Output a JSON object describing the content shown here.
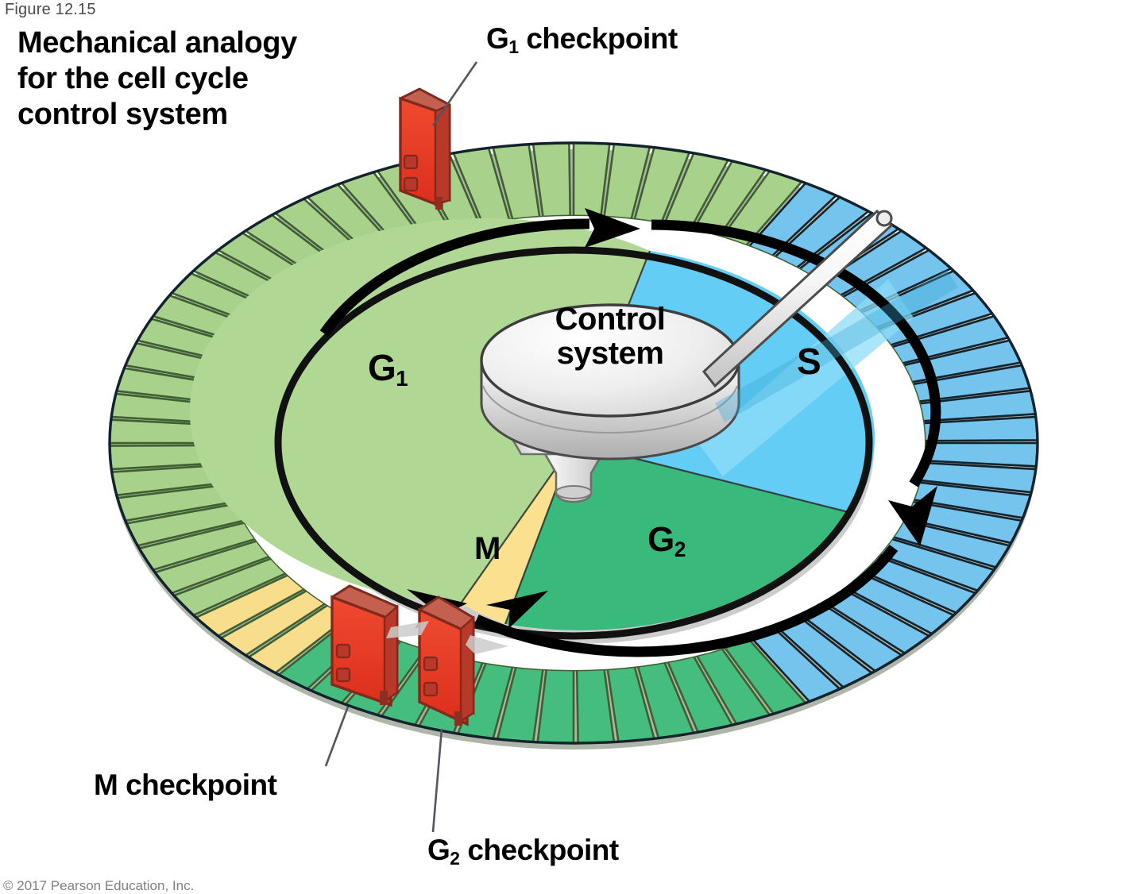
{
  "figure": {
    "number": "Figure 12.15",
    "title": "Mechanical analogy for the cell cycle control system",
    "copyright": "© 2017 Pearson Education, Inc."
  },
  "knob": {
    "line1": "Control",
    "line2": "system"
  },
  "phases": [
    {
      "id": "g1",
      "base": "G",
      "sub": "1",
      "color": "#b0d894",
      "ring_color": "#a8d18b",
      "name": "gap-1-phase"
    },
    {
      "id": "s",
      "base": "S",
      "sub": "",
      "color": "#63cdf5",
      "ring_color": "#74c4ee",
      "name": "synthesis-phase"
    },
    {
      "id": "g2",
      "base": "G",
      "sub": "2",
      "color": "#3ab97c",
      "ring_color": "#45bd7f",
      "name": "gap-2-phase"
    },
    {
      "id": "m",
      "base": "M",
      "sub": "",
      "color": "#fbe08f",
      "ring_color": "#f7dd8c",
      "name": "mitosis-phase"
    }
  ],
  "checkpoints": [
    {
      "id": "g1",
      "base": "G",
      "sub": "1",
      "label_suffix": " checkpoint",
      "name": "g1-checkpoint"
    },
    {
      "id": "m",
      "base": "M",
      "sub": "",
      "label_suffix": " checkpoint",
      "name": "m-checkpoint"
    },
    {
      "id": "g2",
      "base": "G",
      "sub": "2",
      "label_suffix": " checkpoint",
      "name": "g2-checkpoint"
    }
  ],
  "colors": {
    "gate_red": "#e8412a",
    "gate_red_dark": "#b8392a",
    "gate_red_edge": "#c4604f",
    "knob_light": "#f2f2f2",
    "knob_mid": "#d9d9d9",
    "knob_dark": "#b4b4b4",
    "outline_dark": "#12232e",
    "ring_outline_green": "#3e6030",
    "pie_outline": "#111111",
    "background": "#ffffff"
  },
  "rotation_direction": "clockwise"
}
